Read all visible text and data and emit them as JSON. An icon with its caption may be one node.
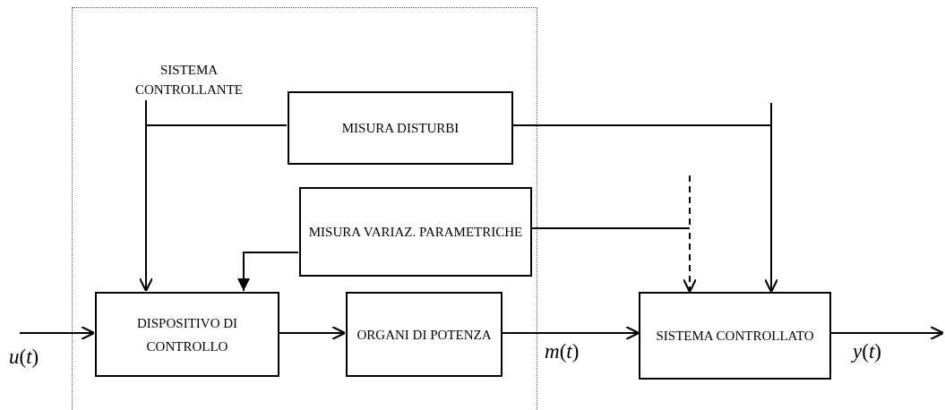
{
  "diagram": {
    "nodes": [
      {
        "text": [
          "SISTEMA CONTROLLANTE"
        ]
      },
      {
        "text": [
          "MISURA DISTURBI"
        ],
        "in": 0
      },
      {
        "text": [
          "MISURA VARIAZ. PARAMETRICHE"
        ],
        "in": 0
      },
      {
        "text": [
          "DISPOSITIVO DI CONTROLLO"
        ],
        "in": 0
      },
      {
        "text": [
          "ORGANI DI POTENZA"
        ],
        "in": 0
      },
      {
        "text": [
          "SISTEMA CONTROLLATO"
        ]
      }
    ],
    "edges": [
      {
        "from": null,
        "to": 3,
        "arrow": "to",
        "label": "*u*(*t*)"
      },
      {
        "from": 3,
        "to": 4,
        "arrow": "to"
      },
      {
        "from": 4,
        "to": 5,
        "arrow": "to",
        "label": "*m*(*t*)"
      },
      {
        "from": 5,
        "to": null,
        "arrow": "to",
        "label": "*y*(*t*)"
      },
      {
        "from": 1,
        "to": 3,
        "arrow": "to"
      },
      {
        "from": 1,
        "to": 5,
        "arrow": "to"
      },
      {
        "from": 2,
        "to": 3,
        "arrow": "to"
      },
      {
        "from": 2,
        "to": 5,
        "arrow": "to",
        "style": "dashed"
      }
    ]
  }
}
